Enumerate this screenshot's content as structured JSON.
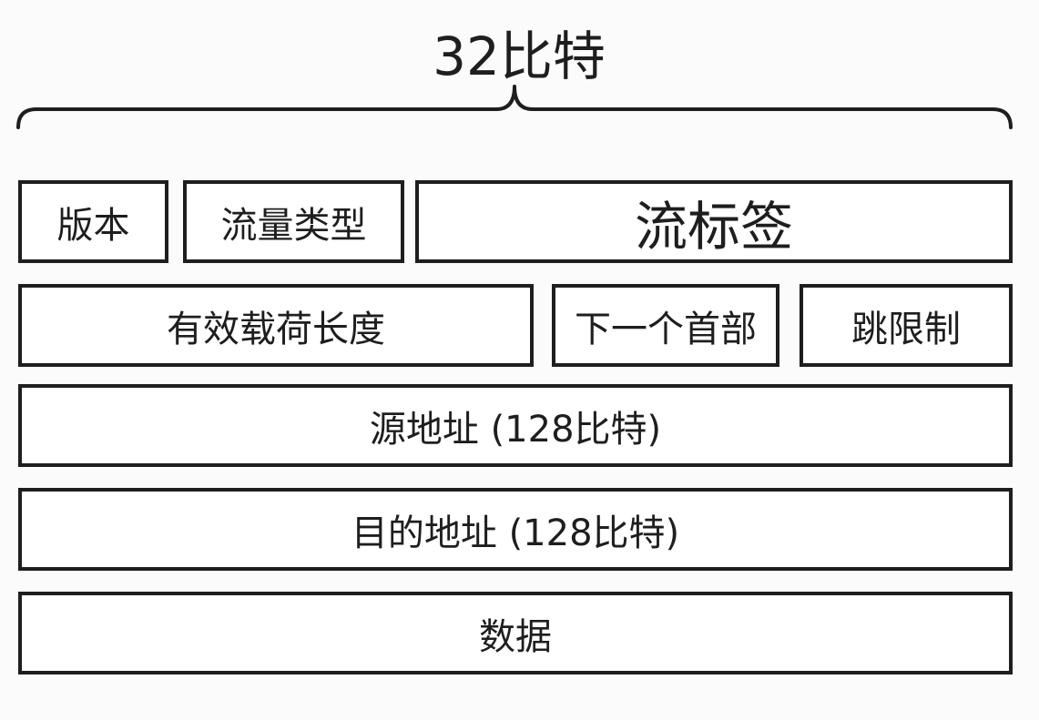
{
  "header": {
    "width_label": "32比特"
  },
  "rows": [
    {
      "fields": [
        {
          "name": "field-version",
          "label": "版本"
        },
        {
          "name": "field-traffic-class",
          "label": "流量类型"
        },
        {
          "name": "field-flow-label",
          "label": "流标签"
        }
      ]
    },
    {
      "fields": [
        {
          "name": "field-payload-length",
          "label": "有效载荷长度"
        },
        {
          "name": "field-next-header",
          "label": "下一个首部"
        },
        {
          "name": "field-hop-limit",
          "label": "跳限制"
        }
      ]
    },
    {
      "fields": [
        {
          "name": "field-source-address",
          "label": "源地址 (128比特)"
        }
      ]
    },
    {
      "fields": [
        {
          "name": "field-destination-address",
          "label": "目的地址 (128比特)"
        }
      ]
    },
    {
      "fields": [
        {
          "name": "field-data",
          "label": "数据"
        }
      ]
    }
  ],
  "colors": {
    "stroke": "#1e1e1e",
    "background": "#fbfbfb"
  }
}
